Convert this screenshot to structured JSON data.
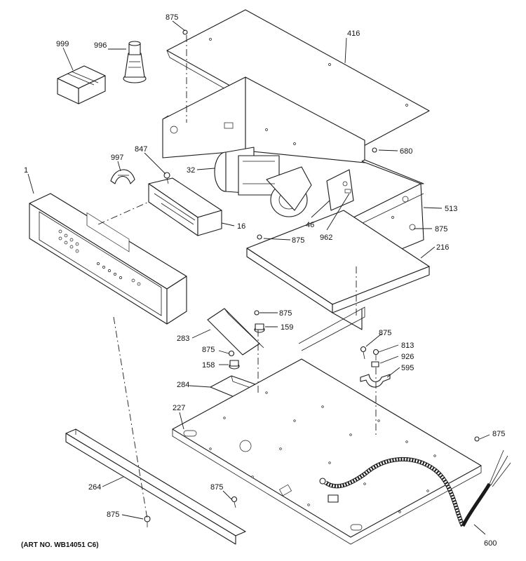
{
  "figure": {
    "art_number": "(ART NO. WB14051 C6)"
  },
  "callouts": {
    "c999": "999",
    "c996": "996",
    "c875_top": "875",
    "c416": "416",
    "c680": "680",
    "c997": "997",
    "c847": "847",
    "c1": "1",
    "c32": "32",
    "c16": "16",
    "c46": "46",
    "c962": "962",
    "c513": "513",
    "c875_513": "875",
    "c875_216": "875",
    "c216": "216",
    "c875_159": "875",
    "c159": "159",
    "c283": "283",
    "c875_158": "875",
    "c158": "158",
    "c875_595": "875",
    "c813": "813",
    "c926": "926",
    "c595": "595",
    "c284": "284",
    "c227": "227",
    "c875_right": "875",
    "c264": "264",
    "c875_264": "875",
    "c875_bottom": "875",
    "c600": "600"
  }
}
